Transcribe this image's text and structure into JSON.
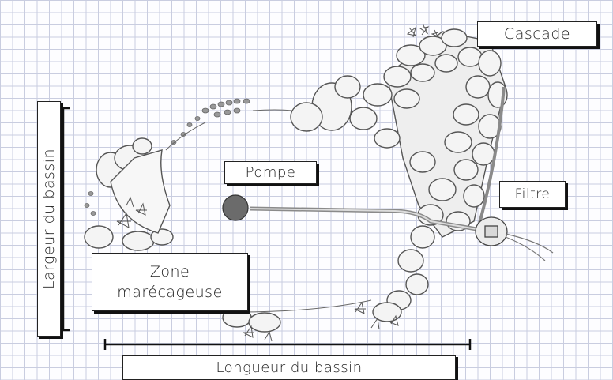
{
  "diagram": {
    "labels": {
      "cascade": "Cascade",
      "pompe": "Pompe",
      "filtre": "Filtre",
      "zone_line1": "Zone",
      "zone_line2": "marécageuse",
      "longueur": "Longueur du bassin",
      "largeur": "Largeur du bassin"
    },
    "colors": {
      "grid": "#c9cde0",
      "stone_stroke": "#555555",
      "stone_fill": "#f4f4f4",
      "pump": "#6b6b6b",
      "pipe": "#8a8a8a",
      "label_shadow": "#111111"
    }
  }
}
